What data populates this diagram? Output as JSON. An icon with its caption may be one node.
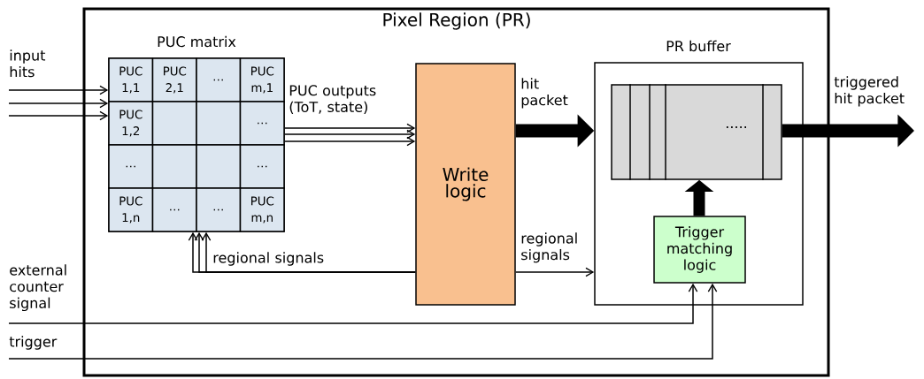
{
  "diagram": {
    "nodes": [
      {
        "text": [
          "Pixel Region (PR)"
        ]
      },
      {
        "text": [
          "PUC matrix"
        ],
        "in": 0
      },
      {
        "text": [
          "PUC 1,1"
        ],
        "in": 1
      },
      {
        "text": [
          "PUC 2,1"
        ],
        "in": 1
      },
      {
        "text": [
          "…"
        ],
        "in": 1
      },
      {
        "text": [
          "PUC m,1"
        ],
        "in": 1
      },
      {
        "text": [
          "PUC 1,2"
        ],
        "in": 1
      },
      {
        "text": [],
        "shape": "box",
        "in": 1
      },
      {
        "text": [],
        "shape": "box",
        "in": 1
      },
      {
        "text": [
          "…"
        ],
        "in": 1
      },
      {
        "text": [
          "…"
        ],
        "in": 1
      },
      {
        "text": [],
        "shape": "box",
        "in": 1
      },
      {
        "text": [],
        "shape": "box",
        "in": 1
      },
      {
        "text": [
          "…"
        ],
        "in": 1
      },
      {
        "text": [
          "PUC 1,n"
        ],
        "in": 1
      },
      {
        "text": [
          "…"
        ],
        "in": 1
      },
      {
        "text": [
          "…"
        ],
        "in": 1
      },
      {
        "text": [
          "PUC m,n"
        ],
        "in": 1
      },
      {
        "text": [
          "Write logic"
        ],
        "in": 0
      },
      {
        "text": [
          "PR buffer"
        ],
        "in": 0
      },
      {
        "text": [
          "....."
        ],
        "in": 19
      },
      {
        "text": [
          "Trigger matching logic"
        ],
        "in": 19
      }
    ],
    "edges": [
      {
        "from": null,
        "to": 1,
        "arrow": "to",
        "label": "input hits"
      },
      {
        "from": null,
        "to": 1,
        "arrow": "to"
      },
      {
        "from": null,
        "to": 1,
        "arrow": "to"
      },
      {
        "from": 1,
        "to": 18,
        "arrow": "to",
        "label": "PUC outputs (ToT, state)"
      },
      {
        "from": 1,
        "to": 18,
        "arrow": "to"
      },
      {
        "from": 1,
        "to": 18,
        "arrow": "to"
      },
      {
        "from": 18,
        "to": 19,
        "arrow": "to",
        "label": "hit packet",
        "style": "thick"
      },
      {
        "from": 20,
        "to": null,
        "arrow": "to",
        "label": "triggered hit packet",
        "style": "thick"
      },
      {
        "from": 21,
        "to": 20,
        "arrow": "to",
        "style": "thick"
      },
      {
        "from": 18,
        "to": 1,
        "arrow": "to",
        "label": "regional signals"
      },
      {
        "from": 18,
        "to": 1,
        "arrow": "to"
      },
      {
        "from": 18,
        "to": 1,
        "arrow": "to"
      },
      {
        "from": 18,
        "to": 19,
        "arrow": "to",
        "label": "regional signals"
      },
      {
        "from": null,
        "to": 21,
        "arrow": "to",
        "label": "external counter signal"
      },
      {
        "from": null,
        "to": 21,
        "arrow": "to",
        "label": "trigger"
      }
    ]
  }
}
